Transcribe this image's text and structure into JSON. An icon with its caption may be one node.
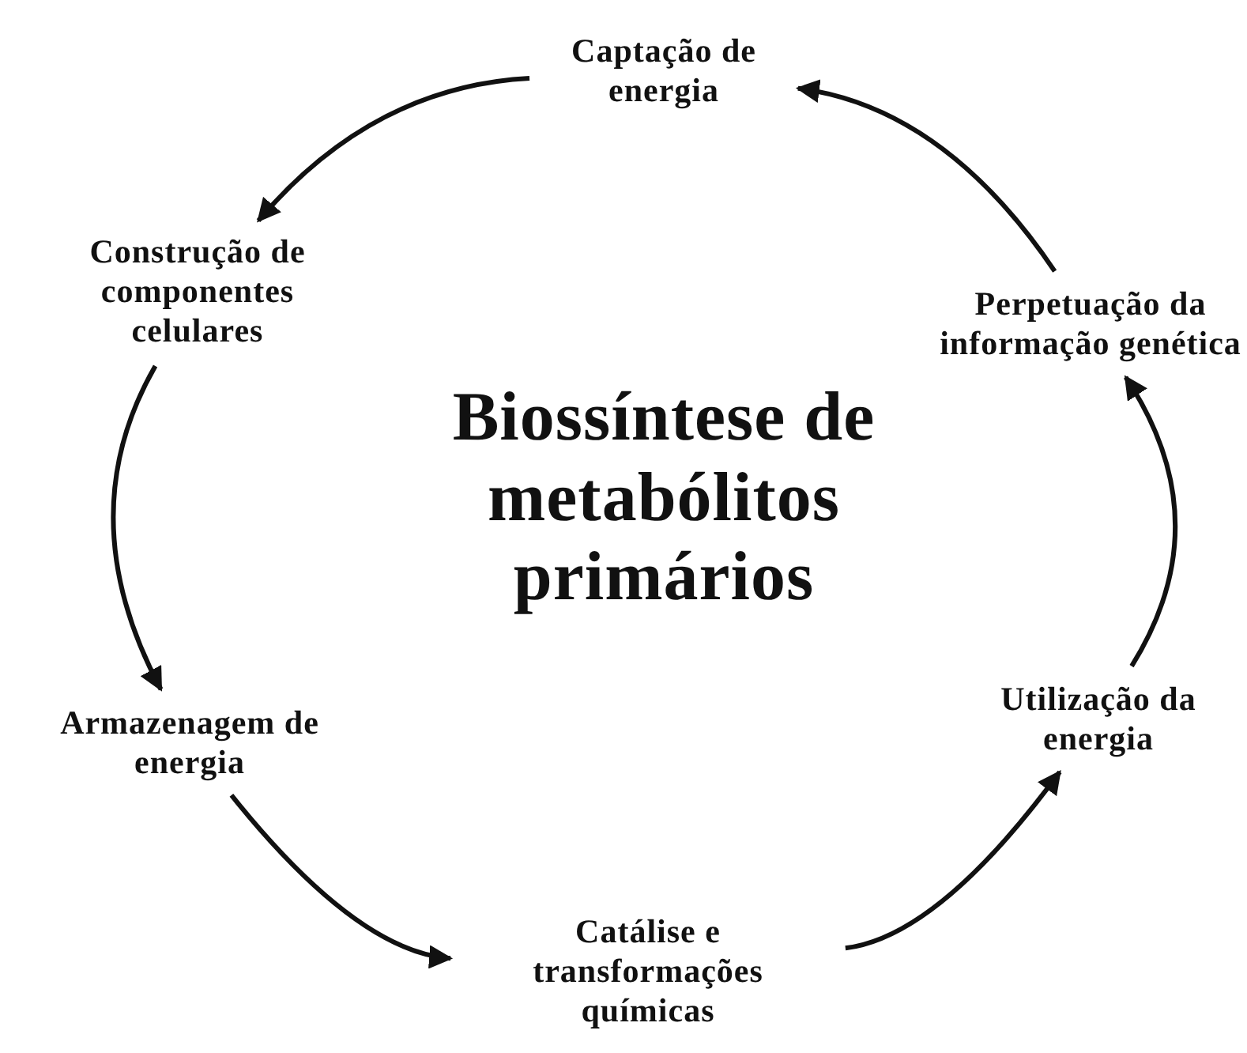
{
  "diagram": {
    "title": "Biossíntese de metabólitos primários",
    "nodes": [
      {
        "text": [
          "Captação de energia"
        ]
      },
      {
        "text": [
          "Construção de componentes celulares"
        ]
      },
      {
        "text": [
          "Armazenagem de energia"
        ]
      },
      {
        "text": [
          "Catálise e transformações químicas"
        ]
      },
      {
        "text": [
          "Utilização da energia"
        ]
      },
      {
        "text": [
          "Perpetuação da informação genética"
        ]
      }
    ],
    "edges": [
      {
        "from": 0,
        "to": 1,
        "arrow": "to"
      },
      {
        "from": 1,
        "to": 2,
        "arrow": "to"
      },
      {
        "from": 2,
        "to": 3,
        "arrow": "to"
      },
      {
        "from": 3,
        "to": 4,
        "arrow": "to"
      },
      {
        "from": 4,
        "to": 5,
        "arrow": "to"
      },
      {
        "from": 5,
        "to": 0,
        "arrow": "to"
      }
    ]
  }
}
